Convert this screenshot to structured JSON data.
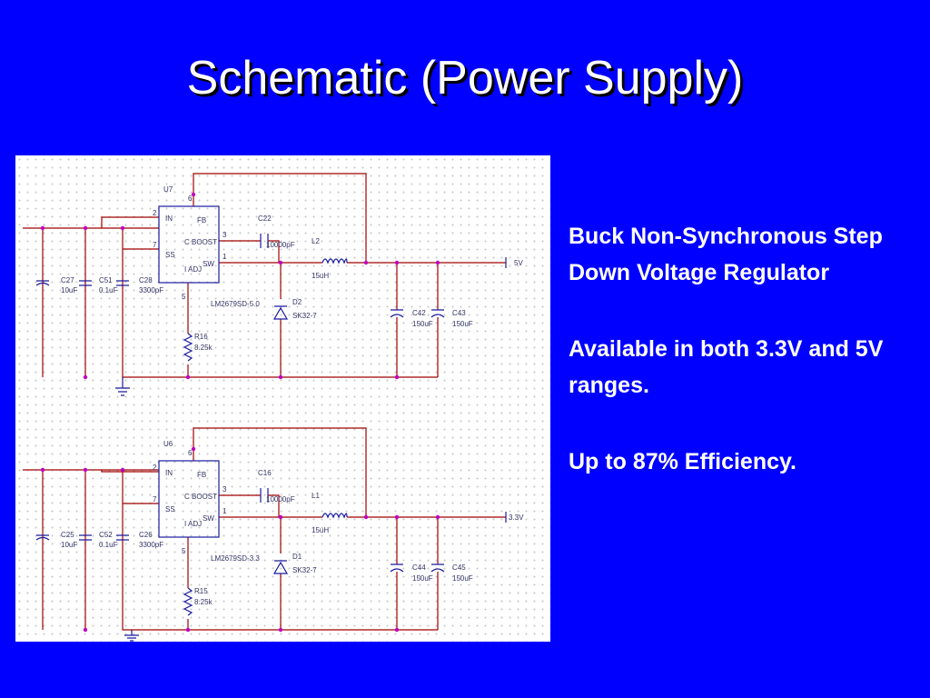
{
  "title": "Schematic (Power Supply)",
  "bullets": [
    "Buck Non-Synchronous Step Down Voltage Regulator",
    "Available in both 3.3V and 5V ranges.",
    "Up to 87% Efficiency."
  ],
  "circuits": [
    {
      "ic_ref": "U7",
      "ic_part": "LM2679SD-5.0",
      "pins": {
        "in": "IN",
        "fb": "FB",
        "ss": "SS",
        "cboost": "C BOOST",
        "adj": "I ADJ",
        "sw": "SW",
        "p2": "2",
        "p6": "6",
        "p7": "7",
        "p3": "3",
        "p1": "1",
        "p5": "5"
      },
      "c_in1_ref": "C27",
      "c_in1_val": "10uF",
      "c_in2_ref": "C51",
      "c_in2_val": "0.1uF",
      "c_ss_ref": "C28",
      "c_ss_val": "3300pF",
      "c_boost_ref": "C22",
      "c_boost_val": "10000pF",
      "l_ref": "L2",
      "l_val": "15uH",
      "d_ref": "D2",
      "d_val": "SK32-7",
      "r_ref": "R16",
      "r_val": "8.25k",
      "c_out1_ref": "C42",
      "c_out1_val": "150uF",
      "c_out2_ref": "C43",
      "c_out2_val": "150uF",
      "out_label": "5V"
    },
    {
      "ic_ref": "U6",
      "ic_part": "LM2679SD-3.3",
      "pins": {
        "in": "IN",
        "fb": "FB",
        "ss": "SS",
        "cboost": "C BOOST",
        "adj": "I ADJ",
        "sw": "SW",
        "p2": "2",
        "p6": "6",
        "p7": "7",
        "p3": "3",
        "p1": "1",
        "p5": "5"
      },
      "c_in1_ref": "C25",
      "c_in1_val": "10uF",
      "c_in2_ref": "C52",
      "c_in2_val": "0.1uF",
      "c_ss_ref": "C26",
      "c_ss_val": "3300pF",
      "c_boost_ref": "C16",
      "c_boost_val": "10000pF",
      "l_ref": "L1",
      "l_val": "15uH",
      "d_ref": "D1",
      "d_val": "SK32-7",
      "r_ref": "R15",
      "r_val": "8.25k",
      "c_out1_ref": "C44",
      "c_out1_val": "150uF",
      "c_out2_ref": "C45",
      "c_out2_val": "150uF",
      "out_label": "3.3V"
    }
  ]
}
